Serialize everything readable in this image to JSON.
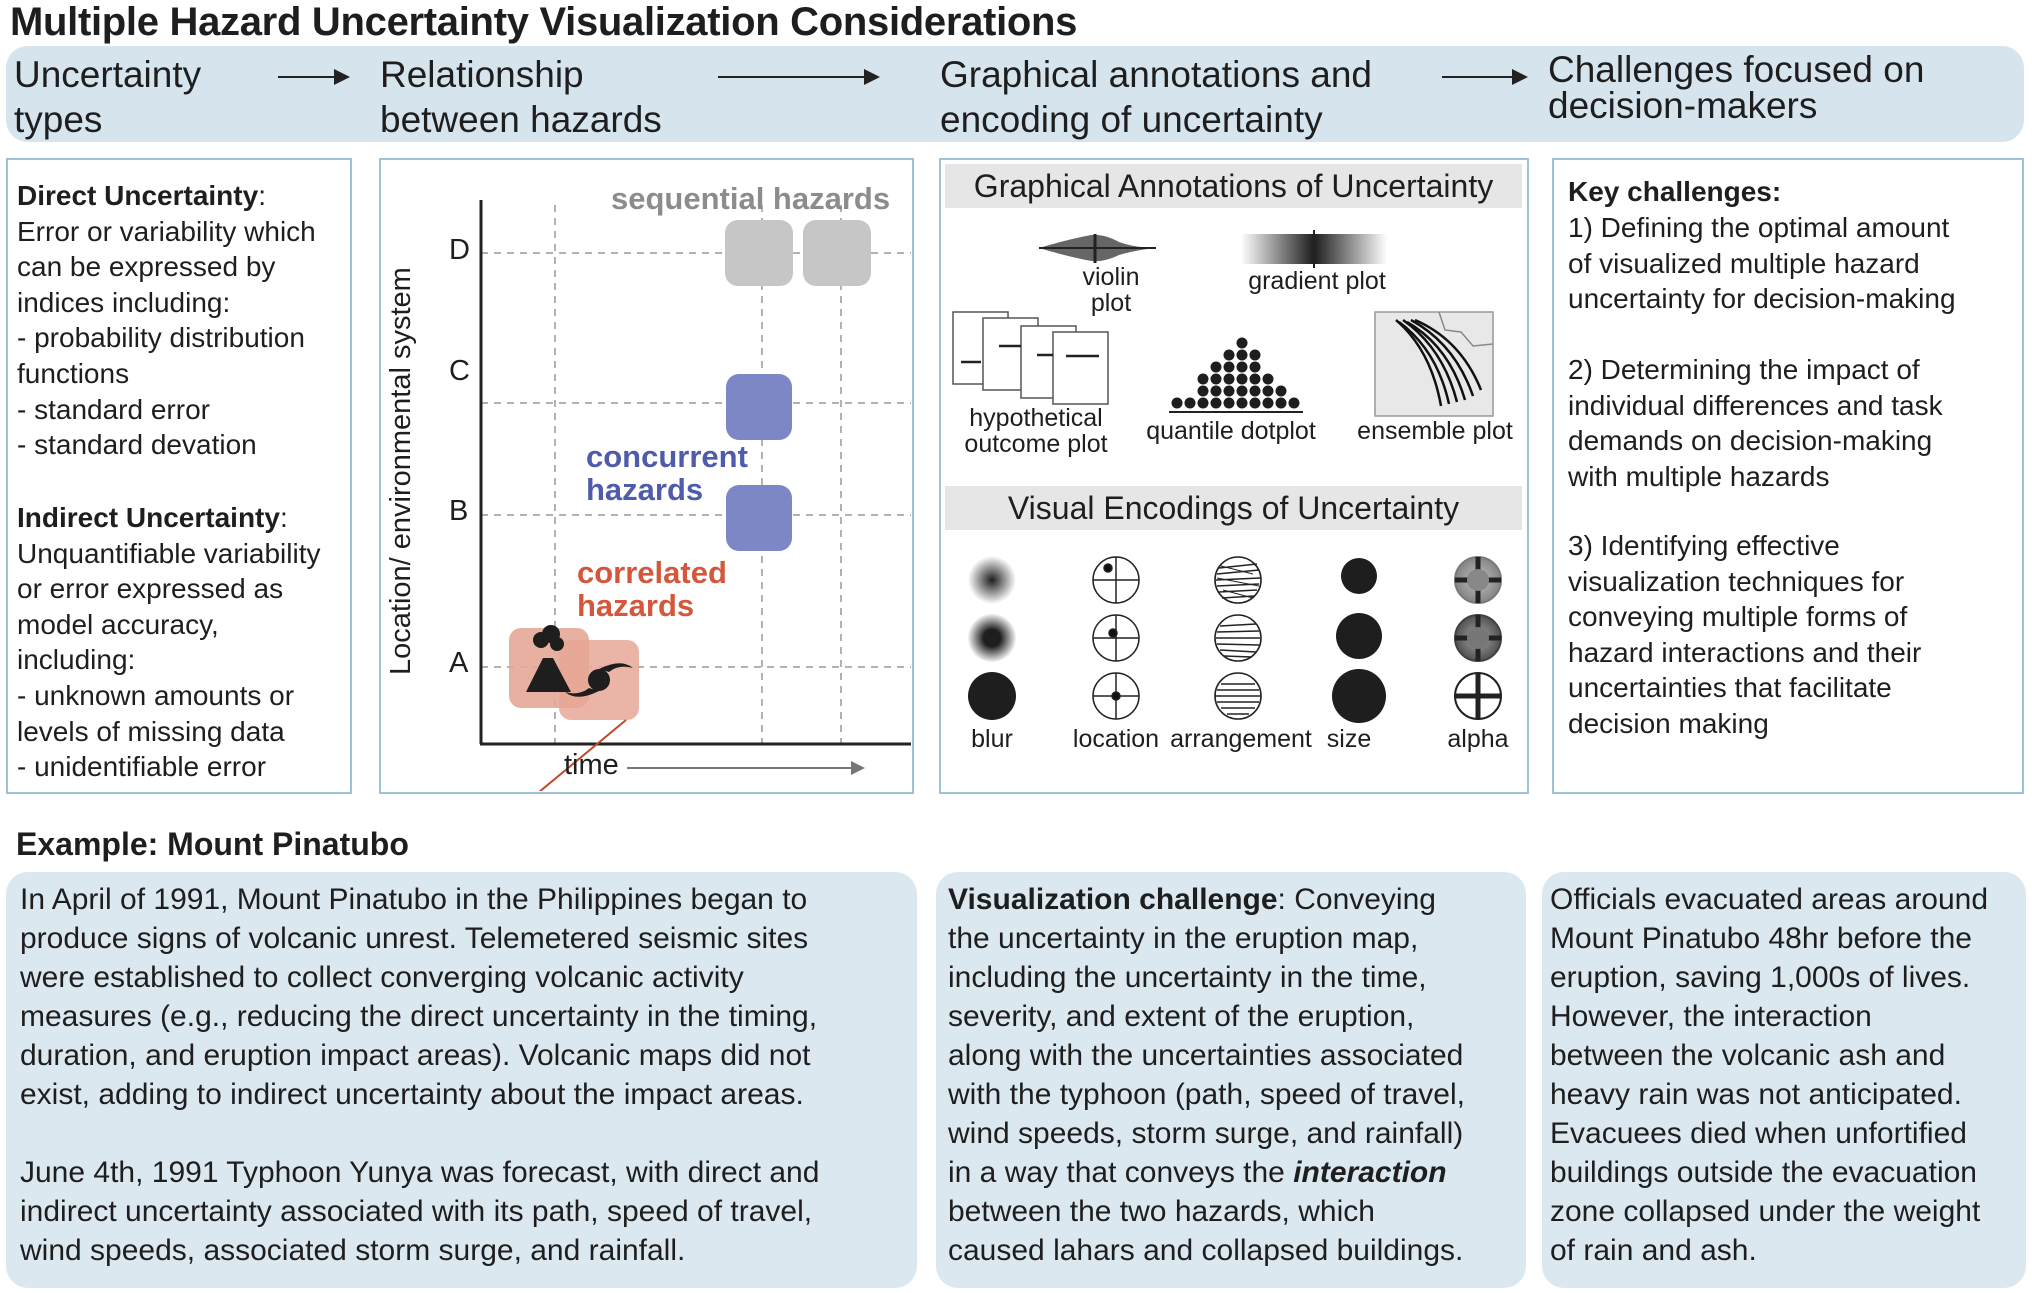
{
  "title": "Multiple Hazard Uncertainty Visualization Considerations",
  "steps": [
    {
      "label": "Uncertainty\ntypes"
    },
    {
      "label": "Relationship\nbetween hazards"
    },
    {
      "label": "Graphical annotations and\nencoding of uncertainty"
    },
    {
      "label": "Challenges focused on\ndecision-makers"
    }
  ],
  "uncertainty_types": {
    "direct_heading": "Direct Uncertainty",
    "direct_colon": ":",
    "direct_body": "Error or variability which\ncan be expressed by\nindices including:\n- probability distribution\nfunctions\n- standard error\n- standard devation",
    "indirect_heading": "Indirect Uncertainty",
    "indirect_colon": ":",
    "indirect_body": "Unquantifiable variability\nor error expressed as\nmodel accuracy,\nincluding:\n- unknown amounts or\nlevels of missing data\n- unidentifiable error"
  },
  "relationship": {
    "y_axis_label": "Location/ environmental system",
    "x_axis_label": "time",
    "rows": [
      "D",
      "C",
      "B",
      "A"
    ],
    "sequential_label": "sequential hazards",
    "concurrent_label": "concurrent\nhazards",
    "correlated_label": "correlated\nhazards",
    "colors": {
      "sequential": "#c6c6c6",
      "concurrent": "#7d87c6",
      "correlated": "#e6a797",
      "concurrent_text": "#4f5cab",
      "correlated_text": "#d4573b",
      "sequential_text": "#8c8c8c"
    },
    "icons": [
      "volcano-icon",
      "typhoon-icon"
    ]
  },
  "graphical": {
    "annotations_heading": "Graphical Annotations of Uncertainty",
    "violin": "violin plot",
    "gradient": "gradient plot",
    "hop": "hypothetical\noutcome plot",
    "dotplot": "quantile dotplot",
    "ensemble": "ensemble plot",
    "encodings_heading": "Visual Encodings of Uncertainty",
    "encodings": [
      "blur",
      "location",
      "arrangement",
      "size",
      "alpha"
    ]
  },
  "challenges": {
    "heading": "Key challenges:",
    "items": [
      "1) Defining the optimal amount\nof visualized multiple hazard\nuncertainty for decision-making",
      "2) Determining the impact of\nindividual differences and task\ndemands on decision-making\nwith multiple hazards",
      "3) Identifying effective\nvisualization techniques for\nconveying multiple forms of\nhazard interactions and their\nuncertainties that facilitate\ndecision making"
    ]
  },
  "example": {
    "heading": "Example: Mount Pinatubo",
    "para1": "In April of 1991, Mount Pinatubo in the Philippines began to\nproduce signs of volcanic unrest. Telemetered seismic sites\nwere established to collect converging volcanic activity\nmeasures (e.g., reducing the direct uncertainty in the timing,\nduration, and eruption impact areas). Volcanic maps did not\nexist, adding to indirect uncertainty about the impact areas.",
    "para2": "June 4th, 1991 Typhoon Yunya was forecast, with direct and\nindirect uncertainty associated with its path, speed of travel,\nwind speeds, associated storm surge, and rainfall."
  },
  "vis_challenge": {
    "heading": "Visualization challenge",
    "part1": ": Conveying\nthe uncertainty in the eruption map,\nincluding the uncertainty in the time,\nseverity, and extent of the eruption,\nalong with the uncertainties associated\nwith the typhoon (path, speed of travel,\nwind speeds, storm surge, and rainfall)\nin a way that conveys the ",
    "emphasis": "interaction",
    "part2": "\nbetween the two hazards, which\ncaused lahars and collapsed buildings."
  },
  "outcome": {
    "text": "Officials evacuated areas around\nMount Pinatubo 48hr before the\neruption, saving 1,000s of lives.\nHowever, the interaction\nbetween the volcanic ash and\nheavy rain was not anticipated.\nEvacuees died when unfortified\nbuildings outside the evacuation\nzone collapsed under the weight\nof rain and ash."
  }
}
